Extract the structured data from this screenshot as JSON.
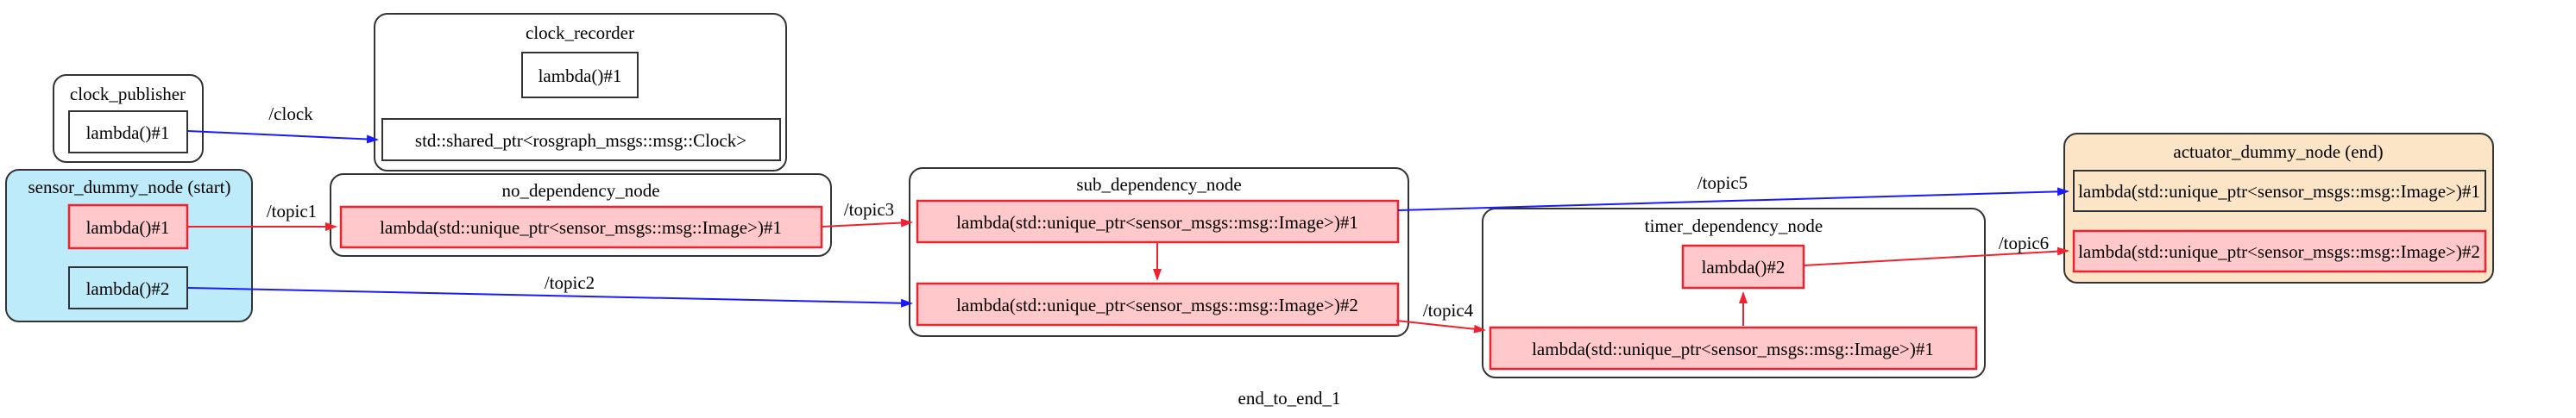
{
  "graph_title": "end_to_end_1",
  "colors": {
    "background": "#ffffff",
    "node_border": "#333333",
    "start_node_fill": "#BDEBFA",
    "end_node_fill": "#FBE5C6",
    "highlighted_callback_fill": "#FFC9CC",
    "highlighted_callback_border": "#EF232F",
    "red_edge": "#EF232F",
    "blue_edge": "#1A1AFF",
    "text": "#000000"
  },
  "nodes": {
    "clock_publisher": {
      "title": "clock_publisher",
      "cb1": "lambda()#1"
    },
    "clock_recorder": {
      "title": "clock_recorder",
      "cb1": "lambda()#1",
      "buffer": "std::shared_ptr<rosgraph_msgs::msg::Clock>"
    },
    "sensor_dummy_node": {
      "title": "sensor_dummy_node (start)",
      "cb1": "lambda()#1",
      "cb2": "lambda()#2"
    },
    "no_dependency_node": {
      "title": "no_dependency_node",
      "cb1": "lambda(std::unique_ptr<sensor_msgs::msg::Image>)#1"
    },
    "sub_dependency_node": {
      "title": "sub_dependency_node",
      "cb1": "lambda(std::unique_ptr<sensor_msgs::msg::Image>)#1",
      "cb2": "lambda(std::unique_ptr<sensor_msgs::msg::Image>)#2"
    },
    "timer_dependency_node": {
      "title": "timer_dependency_node",
      "cb1": "lambda()#2",
      "cb2": "lambda(std::unique_ptr<sensor_msgs::msg::Image>)#1"
    },
    "actuator_dummy_node": {
      "title": "actuator_dummy_node (end)",
      "cb1": "lambda(std::unique_ptr<sensor_msgs::msg::Image>)#1",
      "cb2": "lambda(std::unique_ptr<sensor_msgs::msg::Image>)#2"
    }
  },
  "edge_labels": {
    "clock": "/clock",
    "topic1": "/topic1",
    "topic2": "/topic2",
    "topic3": "/topic3",
    "topic4": "/topic4",
    "topic5": "/topic5",
    "topic6": "/topic6"
  }
}
